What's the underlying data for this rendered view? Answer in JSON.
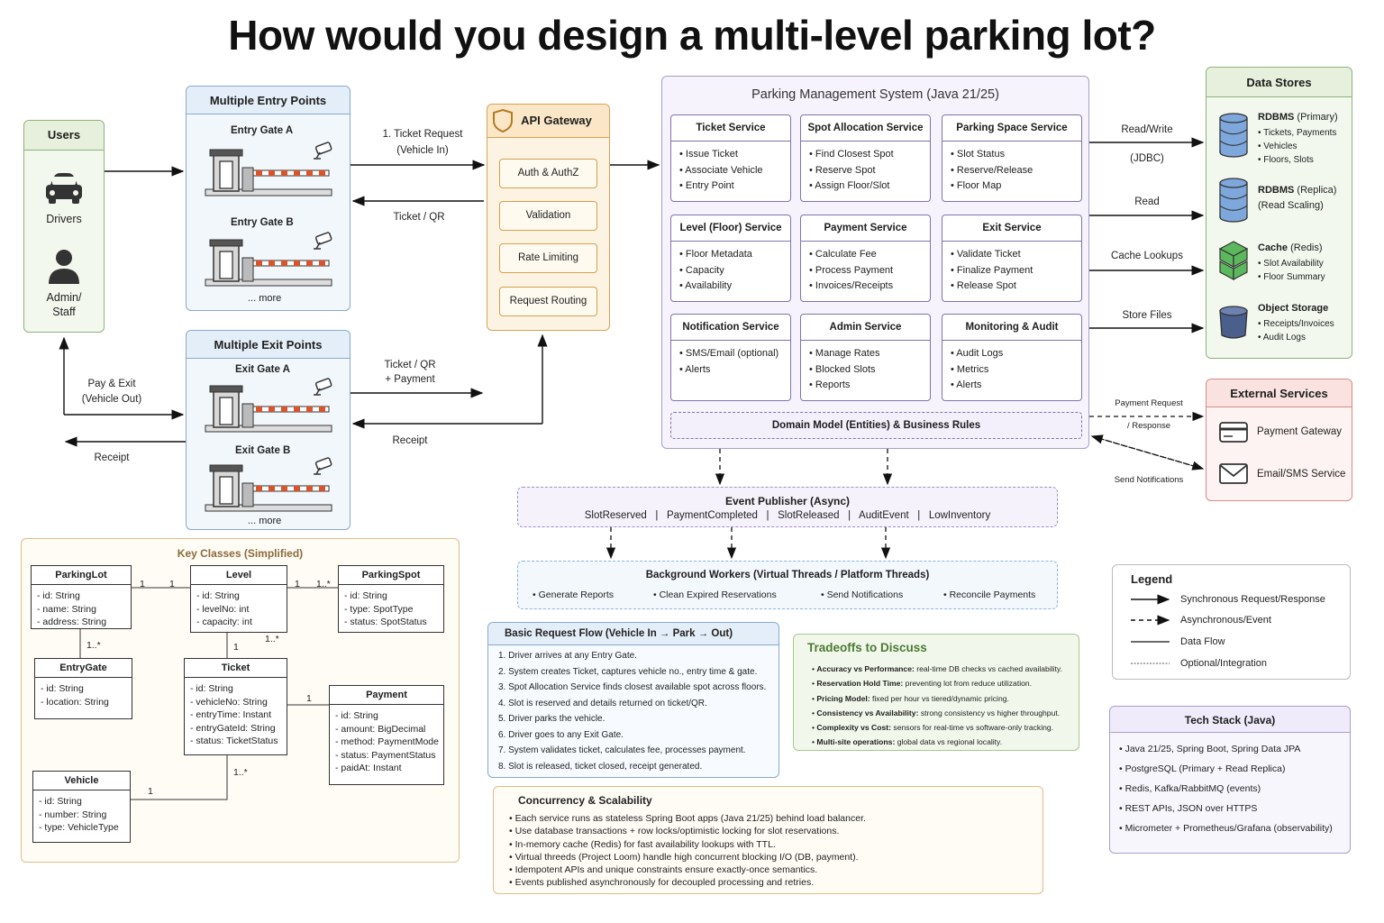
{
  "title": "How would you design a multi-level parking lot?",
  "users": {
    "title": "Users",
    "drivers": "Drivers",
    "admin_line1": "Admin/",
    "admin_line2": "Staff"
  },
  "entry": {
    "title": "Multiple Entry Points",
    "gate_a": "Entry Gate A",
    "gate_b": "Entry Gate B",
    "more": "... more"
  },
  "exit": {
    "title": "Multiple Exit Points",
    "gate_a": "Exit Gate A",
    "gate_b": "Exit Gate B",
    "more": "... more"
  },
  "arrows": {
    "ticket_request_1": "1. Ticket Request",
    "ticket_request_2": "(Vehicle In)",
    "ticket_qr": "Ticket / QR",
    "pay_exit_1": "Pay & Exit",
    "pay_exit_2": "(Vehicle Out)",
    "receipt_left": "Receipt",
    "ticket_qr_payment_1": "Ticket / QR",
    "ticket_qr_payment_2": "+ Payment",
    "receipt_mid": "Receipt",
    "read_write": "Read/Write",
    "jdbc": "(JDBC)",
    "read": "Read",
    "cache_lookups": "Cache Lookups",
    "store_files": "Store Files",
    "payment_request": "Payment Request",
    "payment_response": "/ Response",
    "send_notifications": "Send Notifications"
  },
  "gateway": {
    "title": "API Gateway",
    "items": [
      "Auth & AuthZ",
      "Validation",
      "Rate Limiting",
      "Request Routing"
    ]
  },
  "pms": {
    "title": "Parking Management System (Java 21/25)",
    "services": [
      {
        "name": "Ticket Service",
        "items": [
          "• Issue Ticket",
          "• Associate Vehicle",
          "• Entry Point"
        ]
      },
      {
        "name": "Spot Allocation Service",
        "items": [
          "• Find Closest Spot",
          "• Reserve Spot",
          "• Assign Floor/Slot"
        ]
      },
      {
        "name": "Parking Space Service",
        "items": [
          "• Slot Status",
          "• Reserve/Release",
          "• Floor Map"
        ]
      },
      {
        "name": "Level (Floor) Service",
        "items": [
          "• Floor Metadata",
          "• Capacity",
          "• Availability"
        ]
      },
      {
        "name": "Payment Service",
        "items": [
          "• Calculate Fee",
          "• Process Payment",
          "• Invoices/Receipts"
        ]
      },
      {
        "name": "Exit Service",
        "items": [
          "• Validate Ticket",
          "• Finalize Payment",
          "• Release Spot"
        ]
      },
      {
        "name": "Notification Service",
        "items": [
          "• SMS/Email (optional)",
          "• Alerts"
        ]
      },
      {
        "name": "Admin Service",
        "items": [
          "• Manage Rates",
          "• Blocked Slots",
          "• Reports"
        ]
      },
      {
        "name": "Monitoring & Audit",
        "items": [
          "• Audit Logs",
          "• Metrics",
          "• Alerts"
        ]
      }
    ],
    "domain_model": "Domain Model (Entities) & Business Rules"
  },
  "data_stores": {
    "title": "Data Stores",
    "rdbms_primary_bold": "RDBMS",
    "rdbms_primary_rest": "(Primary)",
    "rdbms_primary_items": [
      "• Tickets, Payments",
      "• Vehicles",
      "• Floors, Slots"
    ],
    "rdbms_replica_bold": "RDBMS",
    "rdbms_replica_rest": "(Replica)",
    "rdbms_replica_sub": "(Read Scaling)",
    "cache_bold": "Cache",
    "cache_rest": "(Redis)",
    "cache_items": [
      "• Slot Availability",
      "• Floor Summary"
    ],
    "object_storage": "Object Storage",
    "object_items": [
      "• Receipts/Invoices",
      "• Audit Logs"
    ],
    "colors": {
      "db_blue": "#7ea7dc",
      "cache_green": "#5cb85c",
      "storage_navy": "#4a5f8c"
    }
  },
  "external": {
    "title": "External Services",
    "payment_gateway": "Payment Gateway",
    "email_sms": "Email/SMS Service"
  },
  "events": {
    "title": "Event Publisher (Async)",
    "list": "SlotReserved   |   PaymentCompleted   |   SlotReleased   |   AuditEvent   |   LowInventory"
  },
  "workers": {
    "title": "Background Workers (Virtual Threads / Platform Threads)",
    "items": [
      "• Generate Reports",
      "• Clean Expired Reservations",
      "• Send Notifications",
      "• Reconcile Payments"
    ]
  },
  "classes": {
    "title": "Key Classes (Simplified)",
    "parking_lot": {
      "name": "ParkingLot",
      "fields": [
        "- id: String",
        "- name: String",
        "- address: String"
      ]
    },
    "level": {
      "name": "Level",
      "fields": [
        "- id: String",
        "- levelNo: int",
        "- capacity: int"
      ]
    },
    "parking_spot": {
      "name": "ParkingSpot",
      "fields": [
        "- id: String",
        "- type: SpotType",
        "- status: SpotStatus"
      ]
    },
    "entry_gate": {
      "name": "EntryGate",
      "fields": [
        "- id: String",
        "- location: String"
      ]
    },
    "ticket": {
      "name": "Ticket",
      "fields": [
        "- id: String",
        "- vehicleNo: String",
        "- entryTime: Instant",
        "- entryGateId: String",
        "- status: TicketStatus"
      ]
    },
    "payment": {
      "name": "Payment",
      "fields": [
        "- id: String",
        "- amount: BigDecimal",
        "- method: PaymentMode",
        "- status: PaymentStatus",
        "- paidAt: Instant"
      ]
    },
    "vehicle": {
      "name": "Vehicle",
      "fields": [
        "- id: String",
        "- number: String",
        "- type: VehicleType"
      ]
    },
    "mult": {
      "one": "1",
      "one_many": "1..*"
    }
  },
  "flow": {
    "title": "Basic Request Flow (Vehicle In → Park → Out)",
    "steps": [
      "1.  Driver arrives at any Entry Gate.",
      "2.  System creates Ticket, captures vehicle no., entry time & gate.",
      "3.  Spot Allocation Service finds closest available spot across floors.",
      "4.  Slot is reserved and details returned on ticket/QR.",
      "5.  Driver parks the vehicle.",
      "6.  Driver goes to any Exit Gate.",
      "7.  System validates ticket, calculates fee, processes payment.",
      "8.  Slot is released, ticket closed, receipt generated."
    ]
  },
  "tradeoffs": {
    "title": "Tradeoffs to Discuss",
    "items": [
      {
        "bold": "Accuracy vs Performance:",
        "rest": " real-time DB checks vs cached availability."
      },
      {
        "bold": "Reservation Hold Time:",
        "rest": " preventing lot from reduce utilization."
      },
      {
        "bold": "Pricing Model:",
        "rest": "   fixed per hour vs tiered/dynamic pricing."
      },
      {
        "bold": "Consistency vs Availability:",
        "rest": "  strong consistency vs higher throughput."
      },
      {
        "bold": "Complexity vs Cost:",
        "rest": "  sensors for real-time vs software-only tracking."
      },
      {
        "bold": "Multi-site operations:",
        "rest": "  global data vs regional locality."
      }
    ]
  },
  "legend": {
    "title": "Legend",
    "items": [
      "Synchronous Request/Response",
      "Asynchronous/Event",
      "Data Flow",
      "Optional/Integration"
    ]
  },
  "tech": {
    "title": "Tech Stack (Java)",
    "items": [
      "•  Java 21/25, Spring Boot, Spring Data JPA",
      "•  PostgreSQL (Primary + Read Replica)",
      "•  Redis, Kafka/RabbitMQ (events)",
      "•  REST APIs, JSON over HTTPS",
      "•  Micrometer + Prometheus/Grafana (observability)"
    ]
  },
  "concurrency": {
    "title": "Concurrency & Scalability",
    "items": [
      "•  Each service runs as stateless Spring Boot apps (Java 21/25) behind load balancer.",
      "•  Use database transactions + row locks/optimistic locking for slot reservations.",
      "•  In-memory cache (Redis) for fast availability lookups with TTL.",
      "•  Virtual threeds (Project Loom) handle high concurrent blocking I/O (DB, payment).",
      "•  Idempotent APIs and unique constraints ensure exactly-once semantics.",
      "•  Events published asynchronously for decoupled processing and retries."
    ]
  }
}
